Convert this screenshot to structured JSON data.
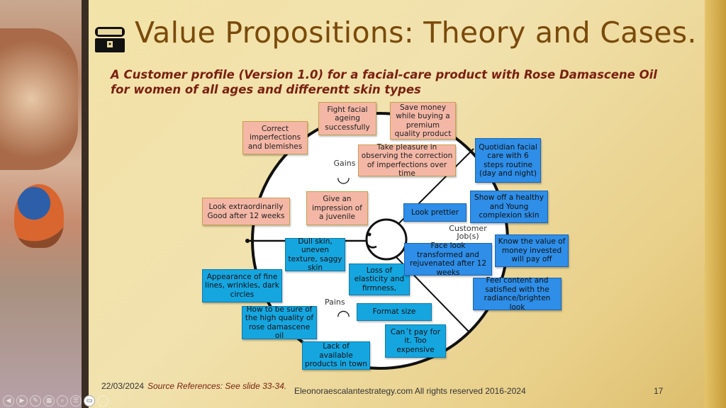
{
  "slide": {
    "title": "Value Propositions: Theory and Cases.",
    "subtitle": "A Customer profile (Version 1.0) for a facial-care product with Rose Damascene Oil for women of all ages and differentt skin types",
    "icon": "treasure-chest-icon"
  },
  "diagram": {
    "gains_label": "Gains",
    "pains_label": "Pains",
    "jobs_label": "Customer Job(s)",
    "smile": "◡",
    "frown": "◠",
    "gains": [
      "Correct imperfections and blemishes",
      "Fight facial ageing successfully",
      "Save money while buying a premium quality product",
      "Take pleasure in observing the correction of imperfections over time",
      "Give an impression of a juvenile",
      "Look extraordinarily Good after 12 weeks"
    ],
    "pains": [
      "Dull skin, uneven texture, saggy skin",
      "Appearance of fine lines, wrinkles, dark circles",
      "Loss of elasticity and firmness,",
      "How to be sure of the high quality of rose damascene oil",
      "Format size",
      "Can´t pay for it. Too expensive",
      "Lack of available products in town"
    ],
    "jobs": [
      "Quotidian facial care with 6 steps routine (day and night)",
      "Show off a healthy and Young complexion skin",
      "Look prettier",
      "Know the value of money invested will pay off",
      "Face look transformed and rejuvenated after 12 weeks",
      "Feel content and satisfied with the radiance/brighten look"
    ],
    "colors": {
      "gain": "#f4b7a6",
      "pain": "#15a6e0",
      "job": "#2e8ee8"
    }
  },
  "footer": {
    "date": "22/03/2024",
    "source": "Source References: See slide 33-34.",
    "copyright": "Eleonoraescalantestrategy.com  All rights reserved 2016-2024",
    "page": "17"
  },
  "controls": [
    "◀",
    "▶",
    "✎",
    "▦",
    "⌕",
    "☰",
    "▭",
    "…"
  ]
}
